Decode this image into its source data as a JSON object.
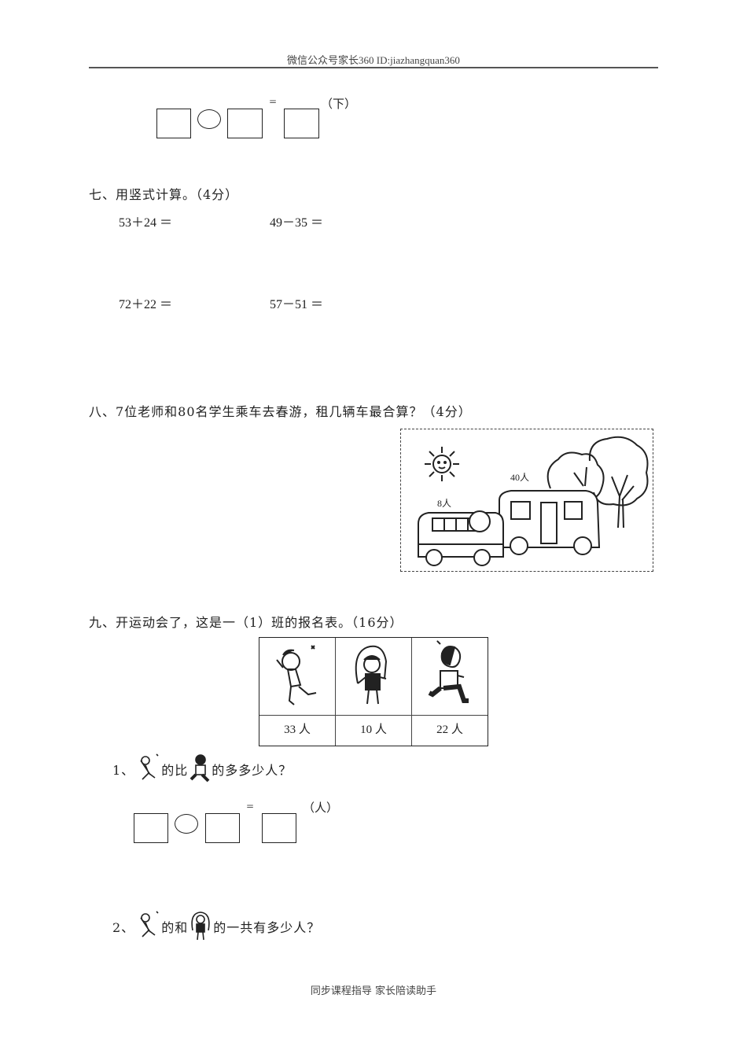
{
  "header": {
    "text": "微信公众号家长360 ID:jiazhangquan360"
  },
  "top_equation": {
    "operator_shape": "circle",
    "equals": "=",
    "unit": "（下）"
  },
  "section7": {
    "title": "七、用竖式计算。（4分）",
    "problems": [
      {
        "expr": "53＋24 ＝"
      },
      {
        "expr": "49－35 ＝"
      },
      {
        "expr": "72＋22 ＝"
      },
      {
        "expr": "57－51 ＝"
      }
    ]
  },
  "section8": {
    "title": "八、7位老师和80名学生乘车去春游，租几辆车最合算？（4分）",
    "illustration": {
      "small_bus_label": "8人",
      "large_bus_label": "40人"
    }
  },
  "section9": {
    "title": "九、开运动会了，这是一（1）班的报名表。（16分）",
    "table": {
      "events": [
        {
          "icon": "girl-throwing-icon",
          "count": "33 人"
        },
        {
          "icon": "girl-jump-rope-icon",
          "count": "10 人"
        },
        {
          "icon": "boy-running-icon",
          "count": "22 人"
        }
      ]
    },
    "q1": {
      "num": "1、",
      "mid": "的比",
      "end": "的多多少人？",
      "equals": "=",
      "unit": "（人）"
    },
    "q2": {
      "num": "2、",
      "mid": "的和",
      "end": "的一共有多少人？"
    }
  },
  "footer": {
    "text": "同步课程指导 家长陪读助手"
  }
}
